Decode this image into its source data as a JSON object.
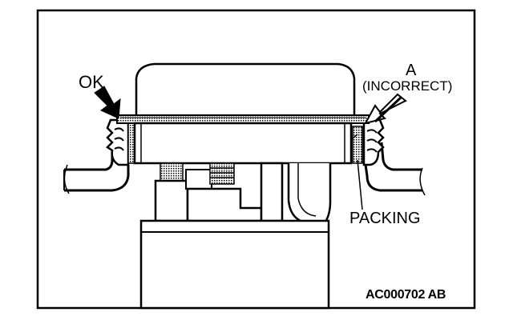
{
  "labels": {
    "ok": "OK",
    "a": "A",
    "incorrect": "(INCORRECT)",
    "packing": "PACKING",
    "code": "AC000702 AB"
  }
}
